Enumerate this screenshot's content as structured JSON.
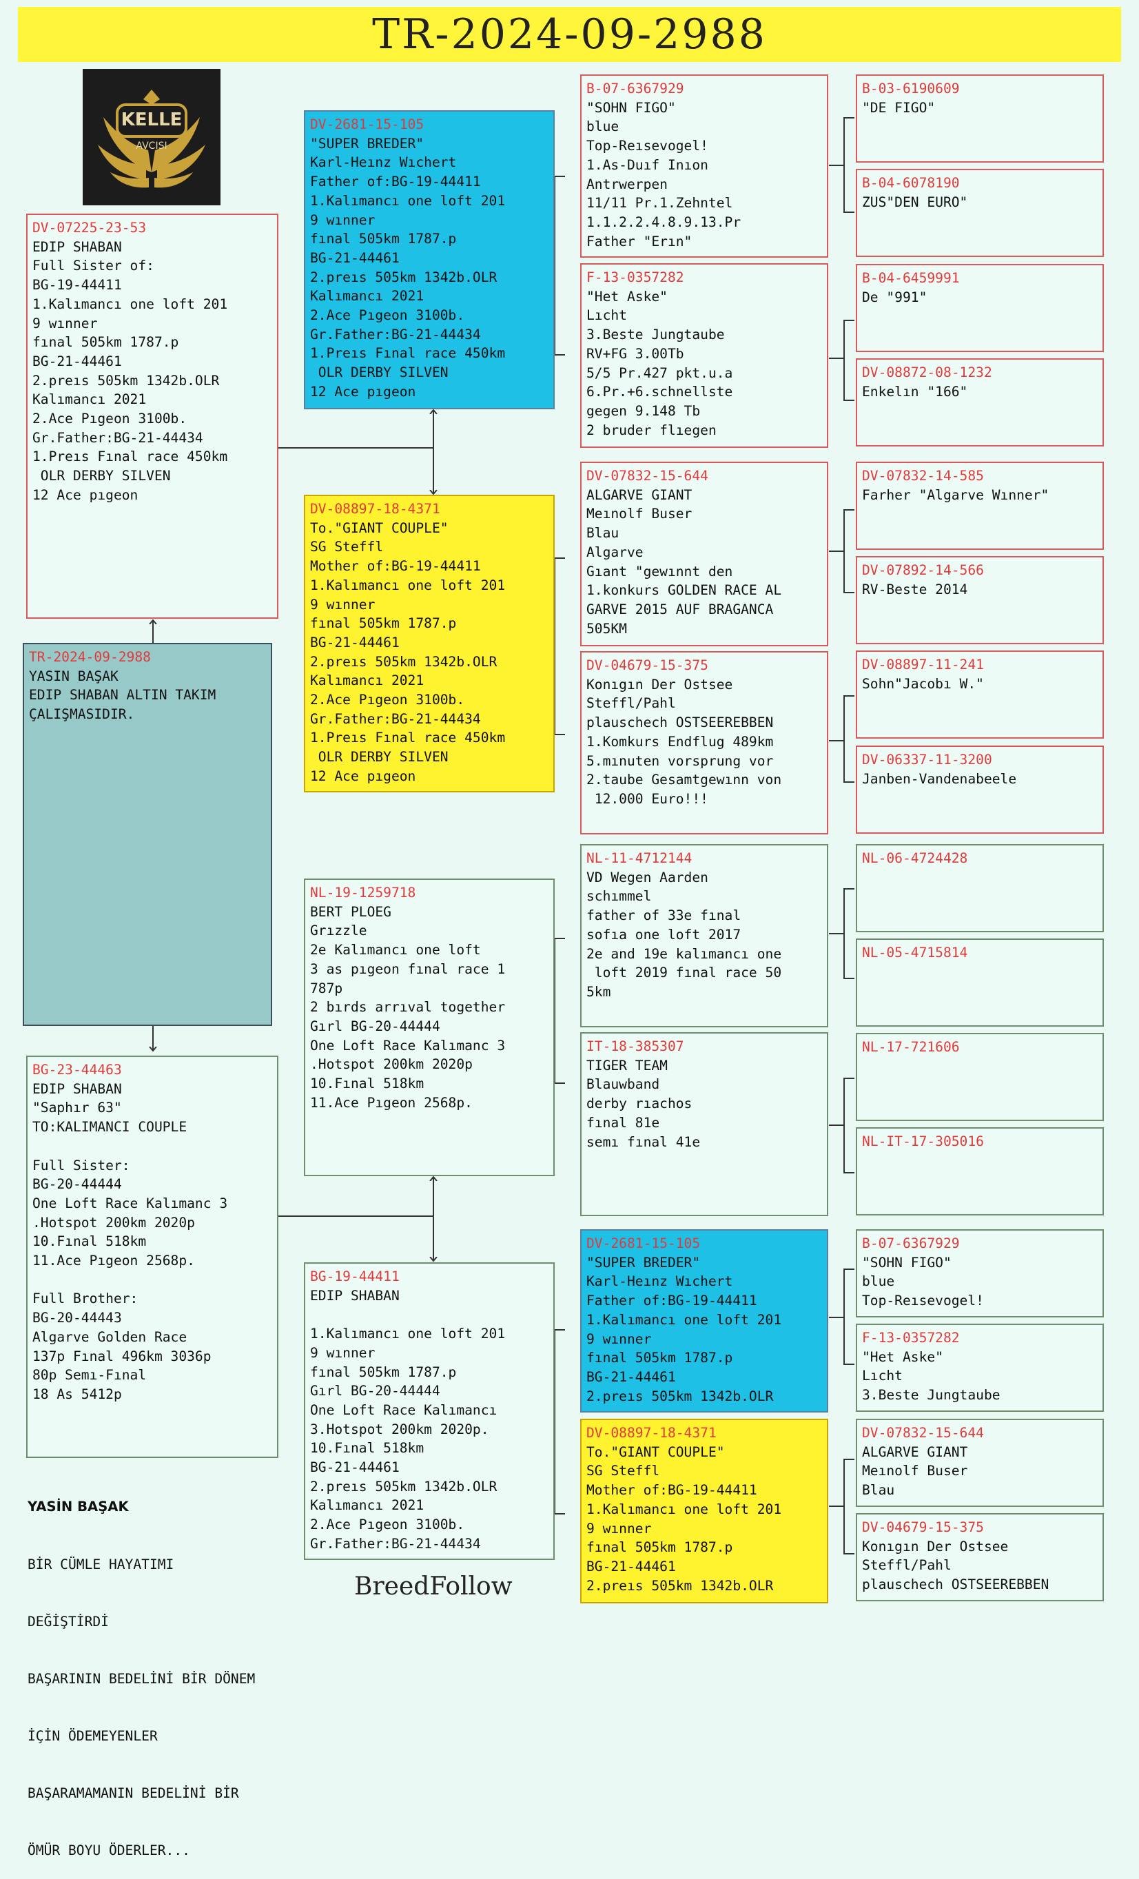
{
  "title": "TR-2024-09-2988",
  "logo": {
    "line1": "KELLE",
    "line2": "AVCISI"
  },
  "brand": "BreedFollow",
  "footer": {
    "heading": "YASİN BAŞAK",
    "lines": [
      "BİR CÜMLE HAYATIMI",
      "DEĞİŞTİRDİ",
      "BAŞARININ BEDELİNİ BİR DÖNEM",
      "İÇİN ÖDEMEYENLER",
      "BAŞARAMAMANIN BEDELİNİ BİR",
      "ÖMÜR BOYU ÖDERLER..."
    ]
  },
  "boxes": [
    {
      "id": "DV-07225-23-53",
      "lines": [
        "EDIP SHABAN",
        "Full Sister of:",
        "BG-19-44411",
        "1.Kalımancı one loft 201",
        "9 wınner",
        "fınal 505km 1787.p",
        "BG-21-44461",
        "2.preıs 505km 1342b.OLR",
        "Kalımancı 2021",
        "2.Ace Pıgeon 3100b.",
        "Gr.Father:BG-21-44434",
        "1.Preıs Fınal race 450km",
        " OLR DERBY SILVEN",
        "12 Ace pıgeon"
      ]
    },
    {
      "id": "TR-2024-09-2988",
      "lines": [
        "YASIN BAŞAK",
        "EDIP SHABAN ALTIN TAKIM",
        "ÇALIŞMASIDIR."
      ]
    },
    {
      "id": "BG-23-44463",
      "lines": [
        "EDIP SHABAN",
        "\"Saphır 63\"",
        "TO:KALIMANCI COUPLE",
        "",
        "Full Sister:",
        "BG-20-44444",
        "One Loft Race Kalımanc 3",
        ".Hotspot 200km 2020p",
        "10.Fınal 518km",
        "11.Ace Pıgeon 2568p.",
        "",
        "Full Brother:",
        "BG-20-44443",
        "Algarve Golden Race",
        "137p Fınal 496km 3036p",
        "80p Semı-Fınal",
        "18 As 5412p"
      ]
    },
    {
      "id": "DV-2681-15-105",
      "lines": [
        "\"SUPER BREDER\"",
        "Karl-Heınz Wıchert",
        "Father of:BG-19-44411",
        "1.Kalımancı one loft 201",
        "9 wınner",
        "fınal 505km 1787.p",
        "BG-21-44461",
        "2.preıs 505km 1342b.OLR",
        "Kalımancı 2021",
        "2.Ace Pıgeon 3100b.",
        "Gr.Father:BG-21-44434",
        "1.Preıs Fınal race 450km",
        " OLR DERBY SILVEN",
        "12 Ace pıgeon"
      ]
    },
    {
      "id": "DV-08897-18-4371",
      "lines": [
        "To.\"GIANT COUPLE\"",
        "SG Steffl",
        "Mother of:BG-19-44411",
        "1.Kalımancı one loft 201",
        "9 wınner",
        "fınal 505km 1787.p",
        "BG-21-44461",
        "2.preıs 505km 1342b.OLR",
        "Kalımancı 2021",
        "2.Ace Pıgeon 3100b.",
        "Gr.Father:BG-21-44434",
        "1.Preıs Fınal race 450km",
        " OLR DERBY SILVEN",
        "12 Ace pıgeon"
      ]
    },
    {
      "id": "NL-19-1259718",
      "lines": [
        "BERT PLOEG",
        "Grızzle",
        "2e Kalımancı one loft",
        "3 as pıgeon fınal race 1",
        "787p",
        "2 bırds arrıval together",
        "Gırl BG-20-44444",
        "One Loft Race Kalımanc 3",
        ".Hotspot 200km 2020p",
        "10.Fınal 518km",
        "11.Ace Pıgeon 2568p."
      ]
    },
    {
      "id": "BG-19-44411",
      "lines": [
        "EDIP SHABAN",
        "",
        "1.Kalımancı one loft 201",
        "9 wınner",
        "fınal 505km 1787.p",
        "Gırl BG-20-44444",
        "One Loft Race Kalımancı",
        "3.Hotspot 200km 2020p.",
        "10.Fınal 518km",
        "BG-21-44461",
        "2.preıs 505km 1342b.OLR",
        "Kalımancı 2021",
        "2.Ace Pıgeon 3100b.",
        "Gr.Father:BG-21-44434"
      ]
    },
    {
      "id": "B-07-6367929",
      "lines": [
        "\"SOHN FIGO\"",
        "blue",
        "Top-Reısevogel!",
        "1.As-Duıf Inıon",
        "Antrwerpen",
        "11/11 Pr.1.Zehntel",
        "1.1.2.2.4.8.9.13.Pr",
        "Father \"Erın\""
      ]
    },
    {
      "id": "F-13-0357282",
      "lines": [
        "\"Het Aske\"",
        "Lıcht",
        "3.Beste Jungtaube",
        "RV+FG 3.00Tb",
        "5/5 Pr.427 pkt.u.a",
        "6.Pr.+6.schnellste",
        "gegen 9.148 Tb",
        "2 bruder flıegen"
      ]
    },
    {
      "id": "DV-07832-15-644",
      "lines": [
        "ALGARVE GIANT",
        "Meınolf Buser",
        "Blau",
        "Algarve",
        "Gıant \"gewınnt den",
        "1.konkurs GOLDEN RACE AL",
        "GARVE 2015 AUF BRAGANCA",
        "505KM"
      ]
    },
    {
      "id": "DV-04679-15-375",
      "lines": [
        "Konıgın Der Ostsee",
        "Steffl/Pahl",
        "plauschech OSTSEEREBBEN",
        "1.Komkurs Endflug 489km",
        "5.mınuten vorsprung vor",
        "2.taube Gesamtgewınn von",
        " 12.000 Euro!!!"
      ]
    },
    {
      "id": "NL-11-4712144",
      "lines": [
        "VD Wegen Aarden",
        "schımmel",
        "father of 33e fınal",
        "sofıa one loft 2017",
        "2e and 19e kalımancı one",
        " loft 2019 fınal race 50",
        "5km"
      ]
    },
    {
      "id": "IT-18-385307",
      "lines": [
        "TIGER TEAM",
        "Blauwband",
        "derby rıachos",
        "fınal 81e",
        "semı fınal 41e"
      ]
    },
    {
      "id": "DV-2681-15-105",
      "lines": [
        "\"SUPER BREDER\"",
        "Karl-Heınz Wıchert",
        "Father of:BG-19-44411",
        "1.Kalımancı one loft 201",
        "9 wınner",
        "fınal 505km 1787.p",
        "BG-21-44461",
        "2.preıs 505km 1342b.OLR"
      ]
    },
    {
      "id": "DV-08897-18-4371",
      "lines": [
        "To.\"GIANT COUPLE\"",
        "SG Steffl",
        "Mother of:BG-19-44411",
        "1.Kalımancı one loft 201",
        "9 wınner",
        "fınal 505km 1787.p",
        "BG-21-44461",
        "2.preıs 505km 1342b.OLR"
      ]
    },
    {
      "id": "B-03-6190609",
      "lines": [
        "\"DE FIGO\""
      ]
    },
    {
      "id": "B-04-6078190",
      "lines": [
        "ZUS\"DEN EURO\""
      ]
    },
    {
      "id": "B-04-6459991",
      "lines": [
        "De \"991\""
      ]
    },
    {
      "id": "DV-08872-08-1232",
      "lines": [
        "Enkelın \"166\""
      ]
    },
    {
      "id": "DV-07832-14-585",
      "lines": [
        "Farher \"Algarve Wınner\""
      ]
    },
    {
      "id": "DV-07892-14-566",
      "lines": [
        "RV-Beste 2014"
      ]
    },
    {
      "id": "DV-08897-11-241",
      "lines": [
        "Sohn\"Jacobı W.\""
      ]
    },
    {
      "id": "DV-06337-11-3200",
      "lines": [
        "Janben-Vandenabeele"
      ]
    },
    {
      "id": "NL-06-4724428",
      "lines": []
    },
    {
      "id": "NL-05-4715814",
      "lines": []
    },
    {
      "id": "NL-17-721606",
      "lines": []
    },
    {
      "id": "NL-IT-17-305016",
      "lines": []
    },
    {
      "id": "B-07-6367929",
      "lines": [
        "\"SOHN FIGO\"",
        "blue",
        "Top-Reısevogel!"
      ]
    },
    {
      "id": "F-13-0357282",
      "lines": [
        "\"Het Aske\"",
        "Lıcht",
        "3.Beste Jungtaube"
      ]
    },
    {
      "id": "DV-07832-15-644",
      "lines": [
        "ALGARVE GIANT",
        "Meınolf Buser",
        "Blau"
      ]
    },
    {
      "id": "DV-04679-15-375",
      "lines": [
        "Konıgın Der Ostsee",
        "Steffl/Pahl",
        "plauschech OSTSEEREBBEN"
      ]
    }
  ]
}
